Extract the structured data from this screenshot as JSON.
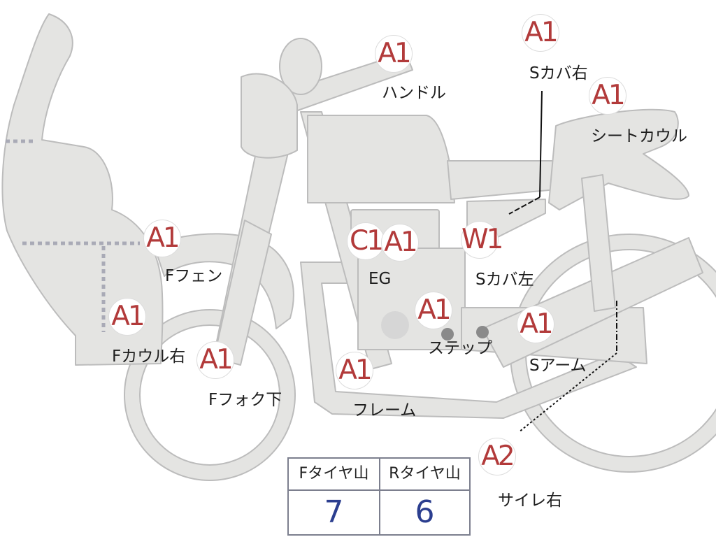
{
  "parts": [
    {
      "id": "handle",
      "grade": "A1",
      "label": "ハンドル"
    },
    {
      "id": "side-cover-right",
      "grade": "A1",
      "label": "Sカバ右"
    },
    {
      "id": "seat-cowl",
      "grade": "A1",
      "label": "シートカウル"
    },
    {
      "id": "front-fender",
      "grade": "A1",
      "label": "Fフェン"
    },
    {
      "id": "engine-c",
      "grade": "C1",
      "label": ""
    },
    {
      "id": "engine-a",
      "grade": "A1",
      "label": "EG"
    },
    {
      "id": "side-cover-left",
      "grade": "W1",
      "label": "Sカバ左"
    },
    {
      "id": "front-cowl-right",
      "grade": "A1",
      "label": "Fカウル右"
    },
    {
      "id": "step",
      "grade": "A1",
      "label": "ステップ"
    },
    {
      "id": "swing-arm",
      "grade": "A1",
      "label": "Sアーム"
    },
    {
      "id": "front-fork",
      "grade": "A1",
      "label": "Fフォク下"
    },
    {
      "id": "frame",
      "grade": "A1",
      "label": "フレーム"
    },
    {
      "id": "silencer-right",
      "grade": "A2",
      "label": "サイレ右"
    }
  ],
  "tire_table": {
    "front_header": "Fタイヤ山",
    "rear_header": "Rタイヤ山",
    "front_value": "7",
    "rear_value": "6"
  },
  "colors": {
    "grade_text": "#b23a3a",
    "body_fill": "#e4e4e2",
    "body_stroke": "#bdbdbd",
    "tire_value": "#2b3e8f"
  }
}
